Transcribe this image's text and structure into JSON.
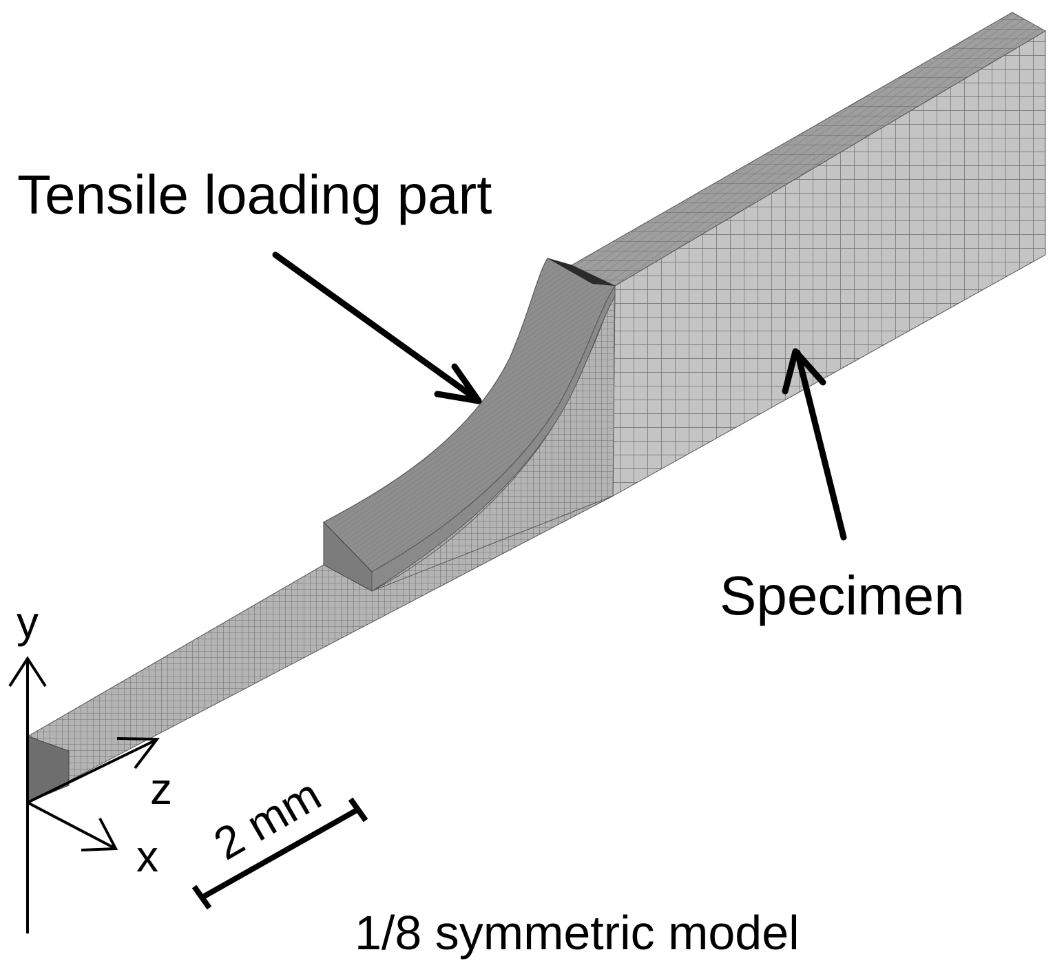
{
  "labels": {
    "tensile_part": "Tensile loading part",
    "specimen": "Specimen",
    "model_caption": "1/8 symmetric model",
    "scale_bar": "2 mm",
    "axis_y": "y",
    "axis_z": "z",
    "axis_x": "x"
  },
  "colors": {
    "background": "#ffffff",
    "mesh_face": "#b9b9b9",
    "mesh_line": "#6f6f6f",
    "shadow_face": "#7a7a7a",
    "loading_part": "#8c8c8c",
    "ink": "#000000"
  }
}
